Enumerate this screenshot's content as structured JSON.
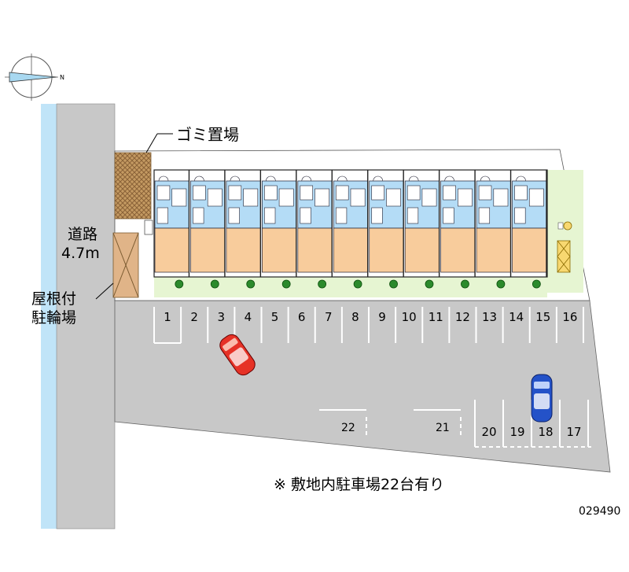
{
  "labels": {
    "garbage": "ゴミ置場",
    "road_name": "道路",
    "road_width": "4.7m",
    "bike_line1": "屋根付",
    "bike_line2": "駐輪場",
    "note": "※ 敷地内駐車場22台有り",
    "code": "029490",
    "compass_n": "N"
  },
  "parking_row": [
    "1",
    "2",
    "3",
    "4",
    "5",
    "6",
    "7",
    "8",
    "9",
    "10",
    "11",
    "12",
    "13",
    "14",
    "15",
    "16"
  ],
  "parking_bottom": [
    "20",
    "19",
    "18",
    "17"
  ],
  "parking_22": "22",
  "parking_21": "21",
  "colors": {
    "road": "#c8c8c8",
    "lot": "#c8c8c8",
    "water": "#c0e4f8",
    "green": "#e6f5d2",
    "unit_blue": "#b4dcf6",
    "unit_orange": "#f8cc9c",
    "bike": "#e0b488",
    "garbage": "#c49a62",
    "tree": "#2c8a2c",
    "car_red": "#e63226",
    "car_blue": "#2452c8"
  },
  "units": 11
}
